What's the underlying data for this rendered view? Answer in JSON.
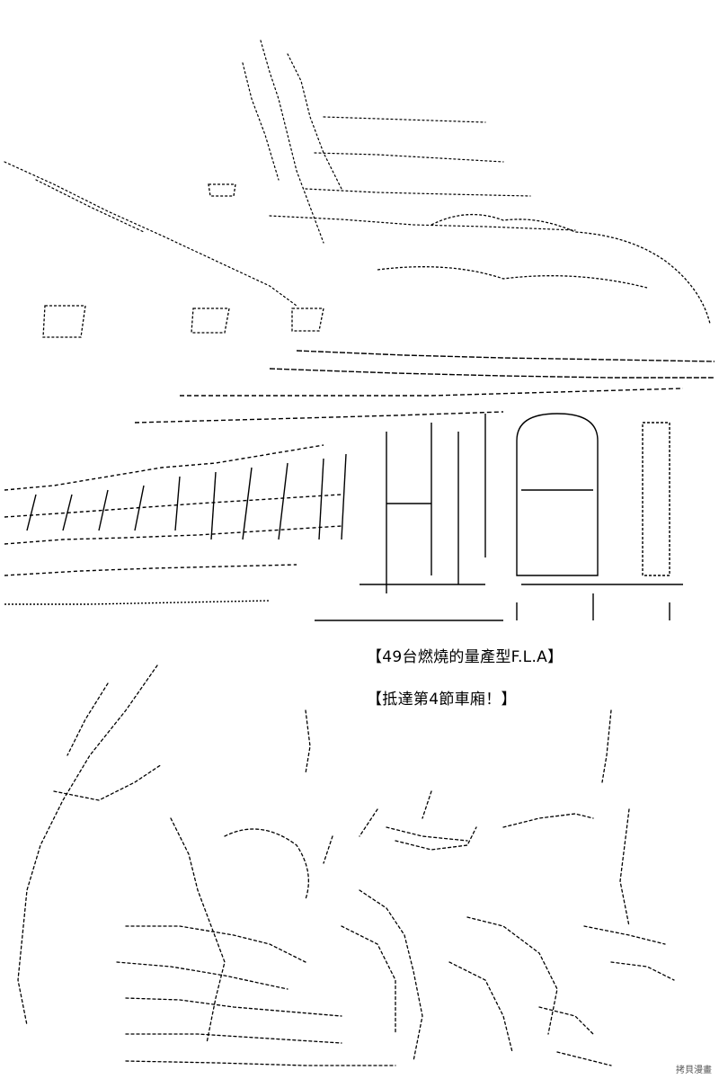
{
  "panels": {
    "top": {
      "description_visible_text": ""
    }
  },
  "captions": {
    "line1": "【49台燃燒的量產型F.L.A】",
    "line2": "【抵達第4節車廂！】"
  },
  "watermark": {
    "text": "拷貝漫畫"
  },
  "colors": {
    "background": "#ffffff",
    "ink": "#000000",
    "watermark": "#555555"
  }
}
